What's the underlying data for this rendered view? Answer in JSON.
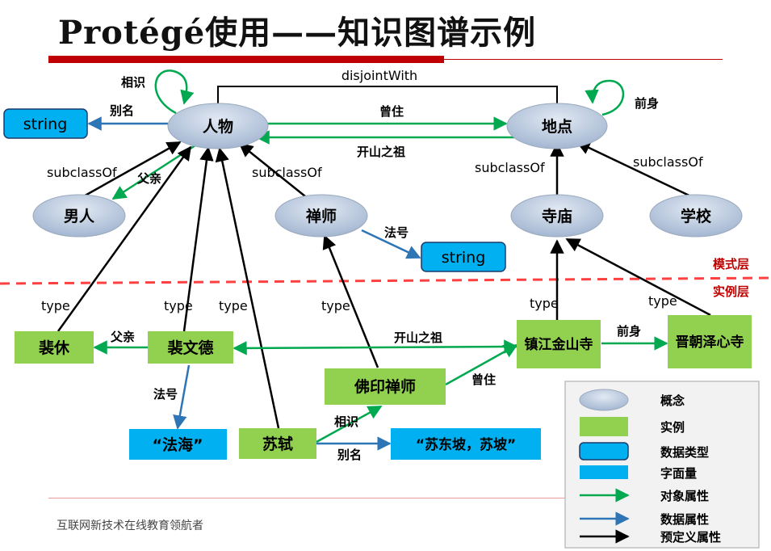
{
  "title": "Protégé使用——知识图谱示例",
  "footer": "互联网新技术在线教育领航者",
  "layers": {
    "schema": "模式层",
    "instance": "实例层"
  },
  "colors": {
    "concept_fill": "#b9c9de",
    "instance_fill": "#92d050",
    "literal_fill": "#00b0f0",
    "object_prop": "#00a84f",
    "data_prop": "#2e75b6",
    "predefined_prop": "#000000",
    "layer_divider": "#ff4040"
  },
  "concepts": {
    "person": "人物",
    "place": "地点",
    "male": "男人",
    "zen_master": "禅师",
    "temple": "寺庙",
    "school": "学校"
  },
  "datatypes": {
    "dt1": "string",
    "dt2": "string"
  },
  "instances": {
    "peixiu": "裴休",
    "peiwende": "裴文德",
    "jinshan": "镇江金山寺",
    "jinchao": "晋朝泽心寺",
    "foyin": "佛印禅师",
    "sushi": "苏轼"
  },
  "literals": {
    "fahai": "“法海”",
    "sdp": "“苏东坡，苏坡”"
  },
  "edge_labels": {
    "disjoint": "disjointWith",
    "xiangshi_top": "相识",
    "bieming_top": "别名",
    "cengzhu_top": "曾住",
    "kaishan_top": "开山之祖",
    "qianshen_top": "前身",
    "subclass_male": "subclassOf",
    "fuqin_top": "父亲",
    "subclass_zen": "subclassOf",
    "subclass_temple": "subclassOf",
    "subclass_school": "subclassOf",
    "fahao_top": "法号",
    "type1": "type",
    "type2": "type",
    "type3": "type",
    "type4": "type",
    "type5": "type",
    "type6": "type",
    "fuqin_bottom": "父亲",
    "kaishan_bottom": "开山之祖",
    "qianshen_bottom": "前身",
    "cengzhu_bottom": "曾住",
    "fahao_bottom": "法号",
    "xiangshi_bottom": "相识",
    "bieming_bottom": "别名"
  },
  "legend": {
    "concept": "概念",
    "instance": "实例",
    "datatype": "数据类型",
    "literal": "字面量",
    "object_property": "对象属性",
    "data_property": "数据属性",
    "predefined_property": "预定义属性"
  }
}
